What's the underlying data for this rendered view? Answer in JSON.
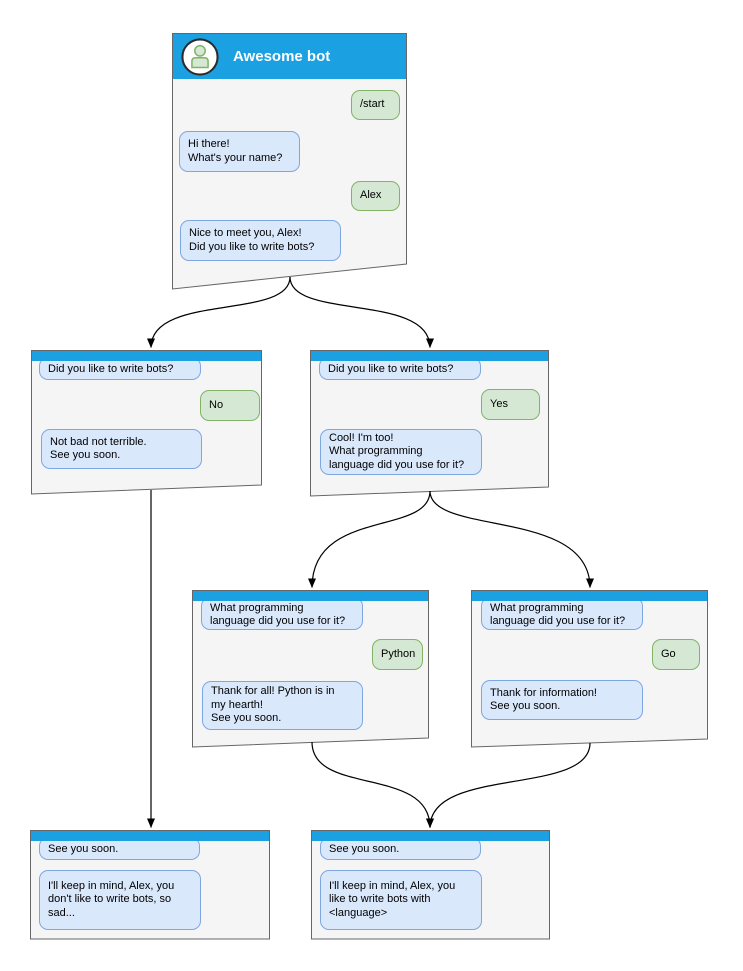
{
  "colors": {
    "header_blue": "#1ba1e2",
    "box_fill": "#f5f5f5",
    "box_border": "#666666",
    "bot_bubble_fill": "#dae8fc",
    "bot_bubble_border": "#7ea6e0",
    "user_bubble_fill": "#d5e8d4",
    "user_bubble_border": "#82b366",
    "title_color": "#ffffff",
    "text_color": "#000000",
    "connector_color": "#000000"
  },
  "icons": {
    "avatar": "person-icon"
  },
  "nodes": {
    "start": {
      "title": "Awesome bot",
      "messages": [
        {
          "from": "user",
          "text": "/start"
        },
        {
          "from": "bot",
          "text": "Hi there!\nWhat's your name?"
        },
        {
          "from": "user",
          "text": "Alex"
        },
        {
          "from": "bot",
          "text": "Nice to meet you, Alex!\nDid you like to write bots?"
        }
      ]
    },
    "no_branch": {
      "messages": [
        {
          "from": "bot",
          "text": "Did you like to write bots?"
        },
        {
          "from": "user",
          "text": "No"
        },
        {
          "from": "bot",
          "text": "Not bad not terrible.\nSee you soon."
        }
      ]
    },
    "yes_branch": {
      "messages": [
        {
          "from": "bot",
          "text": "Did you like to write bots?"
        },
        {
          "from": "user",
          "text": "Yes"
        },
        {
          "from": "bot",
          "text": "Cool! I'm too!\nWhat programming\nlanguage did you use for it?"
        }
      ]
    },
    "python_branch": {
      "messages": [
        {
          "from": "bot",
          "text": "What programming\nlanguage did you use for it?"
        },
        {
          "from": "user",
          "text": "Python"
        },
        {
          "from": "bot",
          "text": "Thank for all! Python is in\nmy hearth!\nSee you soon."
        }
      ]
    },
    "go_branch": {
      "messages": [
        {
          "from": "bot",
          "text": "What programming\nlanguage did you use for it?"
        },
        {
          "from": "user",
          "text": "Go"
        },
        {
          "from": "bot",
          "text": "Thank for information!\nSee you soon."
        }
      ]
    },
    "end_no": {
      "messages": [
        {
          "from": "bot",
          "text": "See you soon."
        },
        {
          "from": "bot",
          "text": "I'll keep in mind, Alex, you\ndon't like to write bots, so\nsad..."
        }
      ]
    },
    "end_yes": {
      "messages": [
        {
          "from": "bot",
          "text": "See you soon."
        },
        {
          "from": "bot",
          "text": "I'll keep in mind, Alex, you\nlike to write bots with\n<language>"
        }
      ]
    }
  }
}
